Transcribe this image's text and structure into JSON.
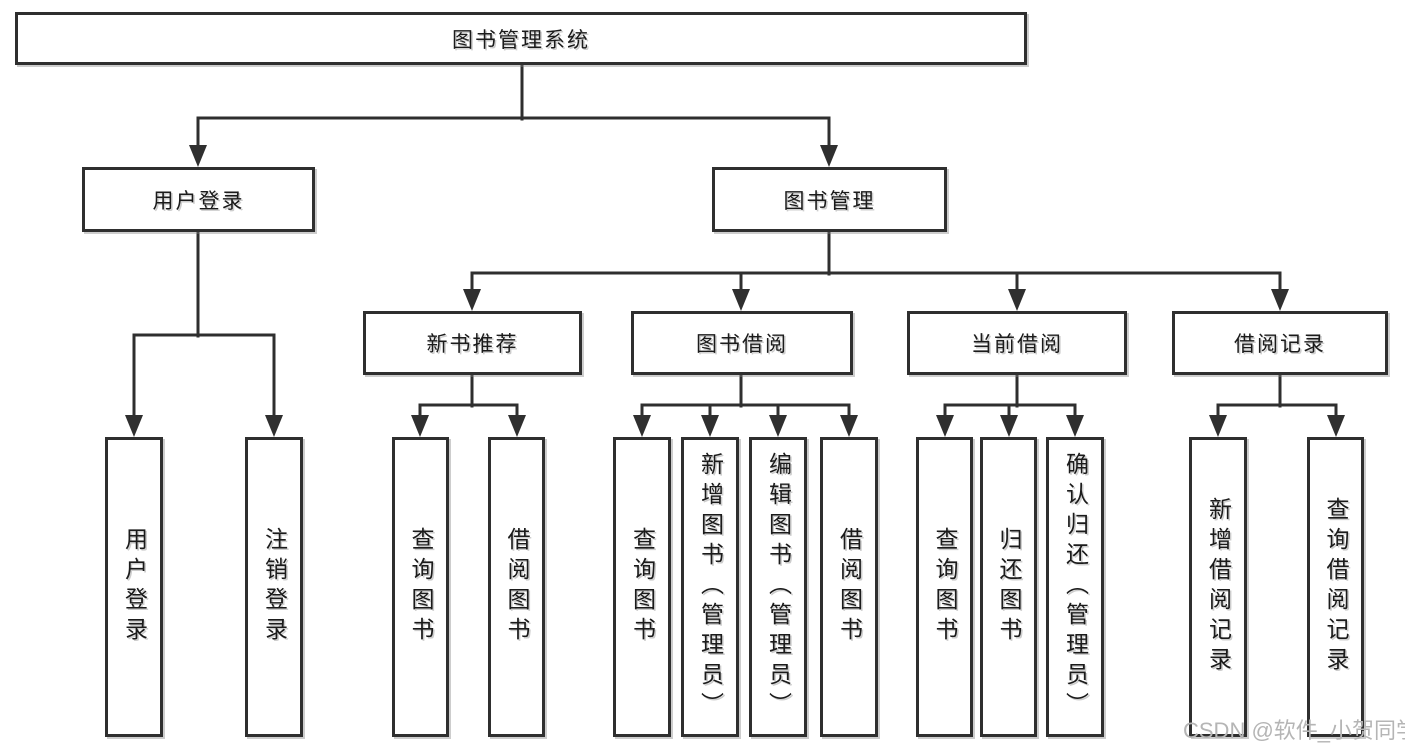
{
  "diagram": {
    "title": "图书管理系统",
    "root": {
      "label": "图书管理系统"
    },
    "level2": [
      {
        "label": "用户登录",
        "parent": "图书管理系统"
      },
      {
        "label": "图书管理",
        "parent": "图书管理系统"
      }
    ],
    "level3": [
      {
        "label": "新书推荐",
        "parent": "图书管理"
      },
      {
        "label": "图书借阅",
        "parent": "图书管理"
      },
      {
        "label": "当前借阅",
        "parent": "图书管理"
      },
      {
        "label": "借阅记录",
        "parent": "图书管理"
      }
    ],
    "leaves": [
      {
        "label": "用户登录",
        "parent": "用户登录"
      },
      {
        "label": "注销登录",
        "parent": "用户登录"
      },
      {
        "label": "查询图书",
        "parent": "新书推荐"
      },
      {
        "label": "借阅图书",
        "parent": "新书推荐"
      },
      {
        "label": "查询图书",
        "parent": "图书借阅"
      },
      {
        "label": "新增图书（管理员）",
        "parent": "图书借阅"
      },
      {
        "label": "编辑图书（管理员）",
        "parent": "图书借阅"
      },
      {
        "label": "借阅图书",
        "parent": "图书借阅"
      },
      {
        "label": "查询图书",
        "parent": "当前借阅"
      },
      {
        "label": "归还图书",
        "parent": "当前借阅"
      },
      {
        "label": "确认归还（管理员）",
        "parent": "当前借阅"
      },
      {
        "label": "新增借阅记录",
        "parent": "借阅记录"
      },
      {
        "label": "查询借阅记录",
        "parent": "借阅记录"
      }
    ]
  },
  "watermark": {
    "text": "CSDN @软件_小贺同学",
    "color": "#b5b5b5"
  },
  "colors": {
    "line": "#2f2f2f",
    "box_border": "#2f2f2f",
    "text": "#1b1b1b",
    "background": "#ffffff"
  }
}
